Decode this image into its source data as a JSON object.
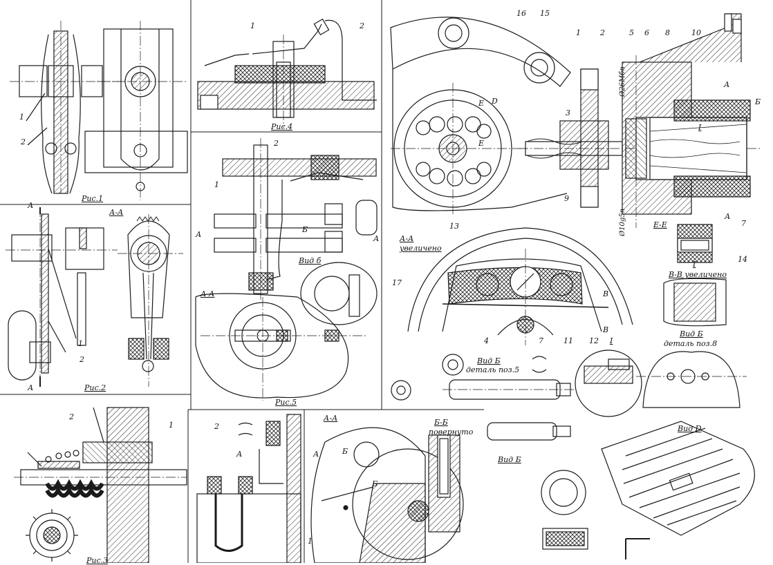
{
  "figures": {
    "fig1": {
      "caption": "Рис.1",
      "callouts": [
        "1",
        "2"
      ]
    },
    "fig2": {
      "caption": "Рис.2",
      "section": "А-А",
      "section_mark": "А",
      "callouts": [
        "1",
        "2"
      ]
    },
    "fig3": {
      "caption": "Рис.3",
      "callouts": [
        "1",
        "2"
      ]
    },
    "fig4": {
      "caption": "Рис.4",
      "callouts": [
        "1",
        "2"
      ]
    },
    "fig5": {
      "caption": "Рис.5",
      "section": "А-А",
      "view": "Вид б",
      "section_mark": "А",
      "arrow_mark": "Б",
      "callouts": [
        "1",
        "2"
      ]
    },
    "fig6": {
      "section": "А-А",
      "rotated_section": "Б-Б",
      "rotated_note": "повернуто",
      "section_mark": "А",
      "arrow_mark": "Б",
      "callouts": [
        "1",
        "2"
      ]
    },
    "main": {
      "callouts": [
        "1",
        "2",
        "3",
        "4",
        "5",
        "6",
        "7",
        "8",
        "9",
        "10",
        "11",
        "12",
        "13",
        "14",
        "15",
        "16",
        "17"
      ],
      "dim_outer": "Ø26Мбп",
      "dim_inner": "Ø10g5п",
      "section_aa": "А-А",
      "section_aa_note": "увеличено",
      "section_ee": "Е-Е",
      "section_bb": "В-В увеличено",
      "view_b_part8": "Вид Б",
      "part8_note": "деталь поз.8",
      "view_b_part5": "Вид Б",
      "part5_note": "деталь поз.5",
      "detail_i": "I",
      "view_d": "Вид D",
      "view_b": "Вид Б",
      "marks": {
        "a": "А",
        "b": "Б",
        "e": "Е",
        "d": "D",
        "v": "В"
      }
    }
  },
  "colors": {
    "ink": "#1a1a1a",
    "paper": "#ffffff"
  }
}
